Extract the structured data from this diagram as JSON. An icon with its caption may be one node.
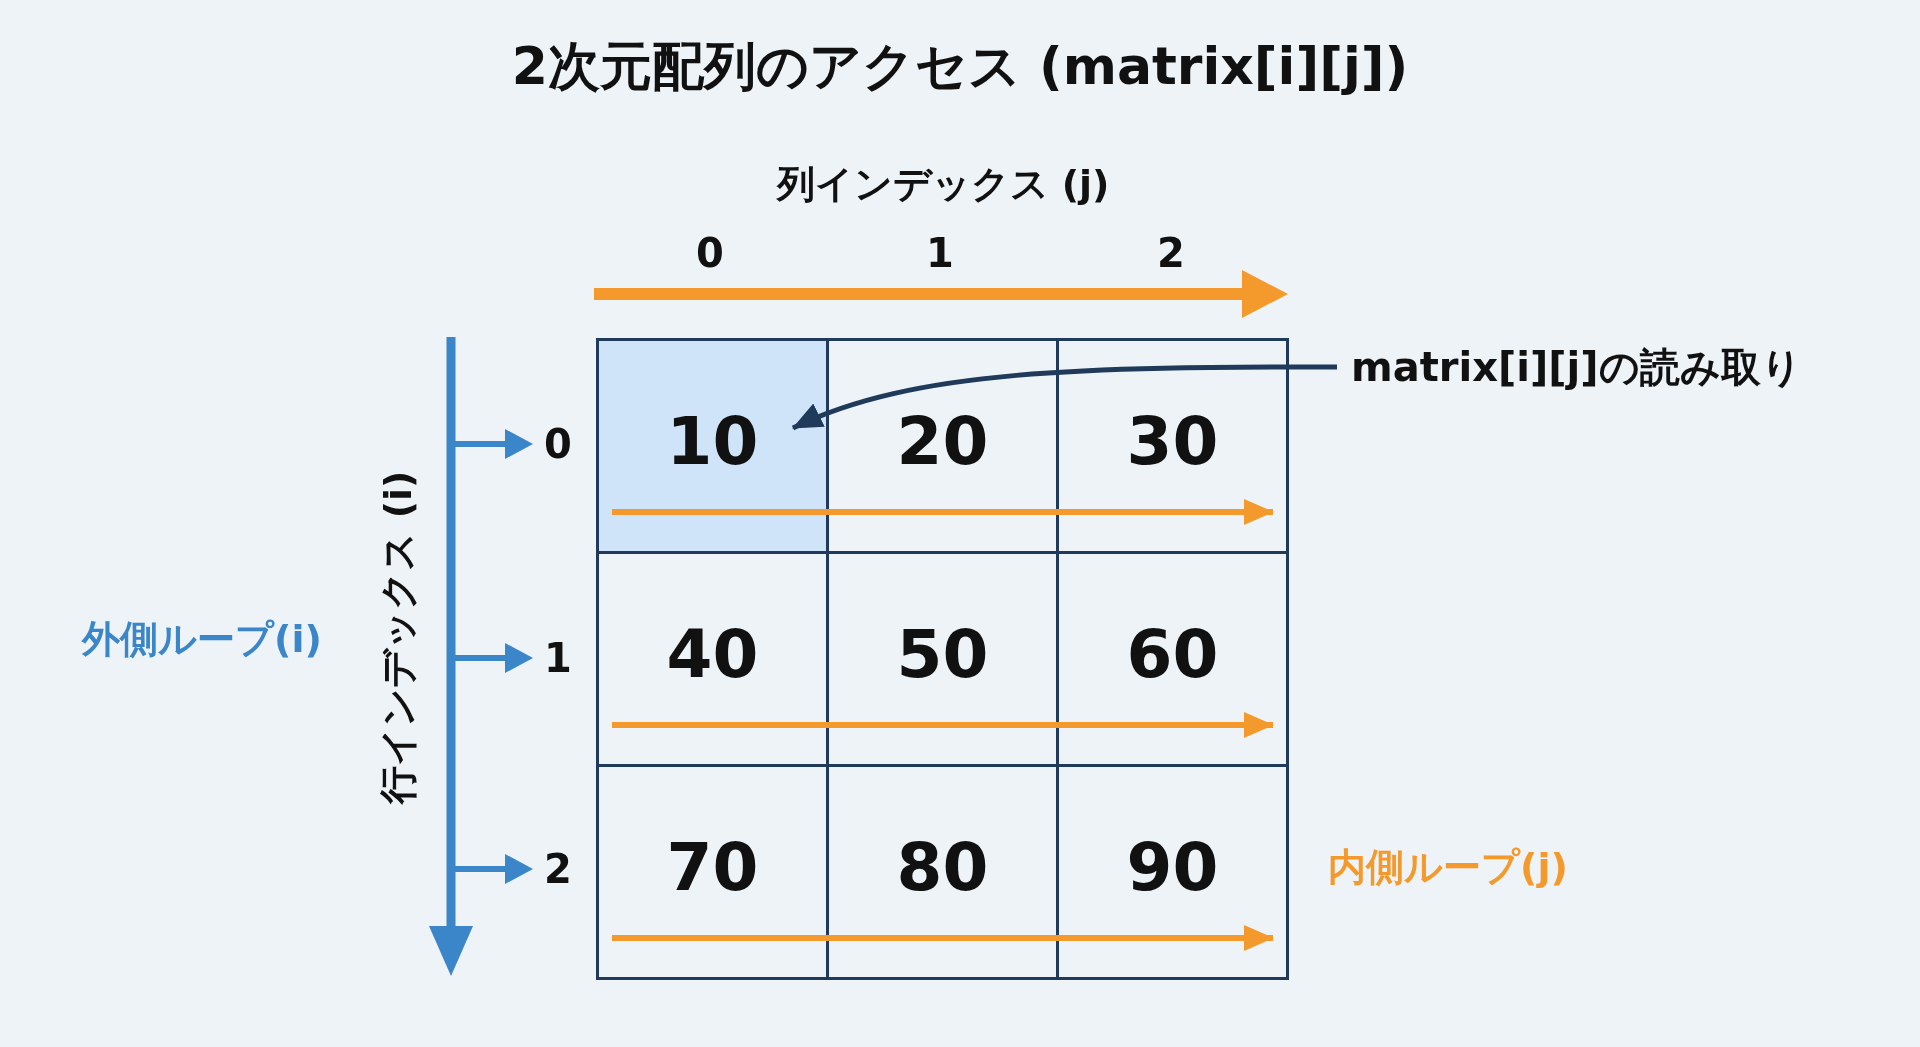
{
  "diagram": {
    "title": "2次元配列のアクセス (matrix[i][j])",
    "nodes": [
      {
        "text": [
          "10"
        ]
      },
      {
        "text": [
          "20"
        ]
      },
      {
        "text": [
          "30"
        ]
      },
      {
        "text": [
          "40"
        ]
      },
      {
        "text": [
          "50"
        ]
      },
      {
        "text": [
          "60"
        ]
      },
      {
        "text": [
          "70"
        ]
      },
      {
        "text": [
          "80"
        ]
      },
      {
        "text": [
          "90"
        ]
      },
      {
        "text": [
          "matrix[i][j]の読み取り"
        ]
      }
    ],
    "edges": [
      {
        "from": 9,
        "to": 0,
        "arrow": "to",
        "color": "#1f3a5a"
      },
      {
        "from": 0,
        "to": 1,
        "arrow": "none",
        "color": "#f49a2c"
      },
      {
        "from": 1,
        "to": 2,
        "arrow": "to",
        "color": "#f49a2c"
      },
      {
        "from": 3,
        "to": 4,
        "arrow": "none",
        "color": "#f49a2c"
      },
      {
        "from": 4,
        "to": 5,
        "arrow": "to",
        "color": "#f49a2c"
      },
      {
        "from": 6,
        "to": 7,
        "arrow": "none",
        "color": "#f49a2c"
      },
      {
        "from": 7,
        "to": 8,
        "arrow": "to",
        "color": "#f49a2c"
      }
    ],
    "labels": [
      "列インデックス (j)",
      "0",
      "1",
      "2",
      "行インデックス (i)",
      "0",
      "1",
      "2",
      "外側ループ(i)",
      "内側ループ(j)"
    ]
  }
}
